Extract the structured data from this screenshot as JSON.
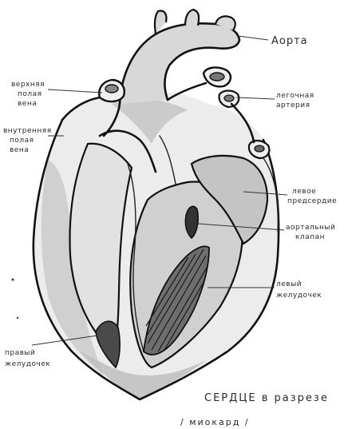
{
  "labels": {
    "aorta": "Аорта",
    "superior_vena_cava": [
      "верхняя",
      "полая",
      "вена"
    ],
    "inferior_vena_cava": [
      "внутренняя",
      "полая",
      "вена"
    ],
    "pulmonary_artery": [
      "легочная",
      "артерия"
    ],
    "left_atrium": [
      "левое",
      "предсердие"
    ],
    "aortic_valve": [
      "аортальный",
      "клапан"
    ],
    "left_ventricle": [
      "левый",
      "желудочек"
    ],
    "right_ventricle": [
      "правый",
      "желудочек"
    ]
  },
  "caption": {
    "title": "СЕРДЦЕ в разрезе",
    "subtitle": "/ миокард /"
  },
  "colors": {
    "ink": "#111111",
    "wash_dark": "#8a8a8a",
    "wash_mid": "#b8b8b8",
    "wash_light": "#dedede",
    "paper": "#ffffff"
  }
}
